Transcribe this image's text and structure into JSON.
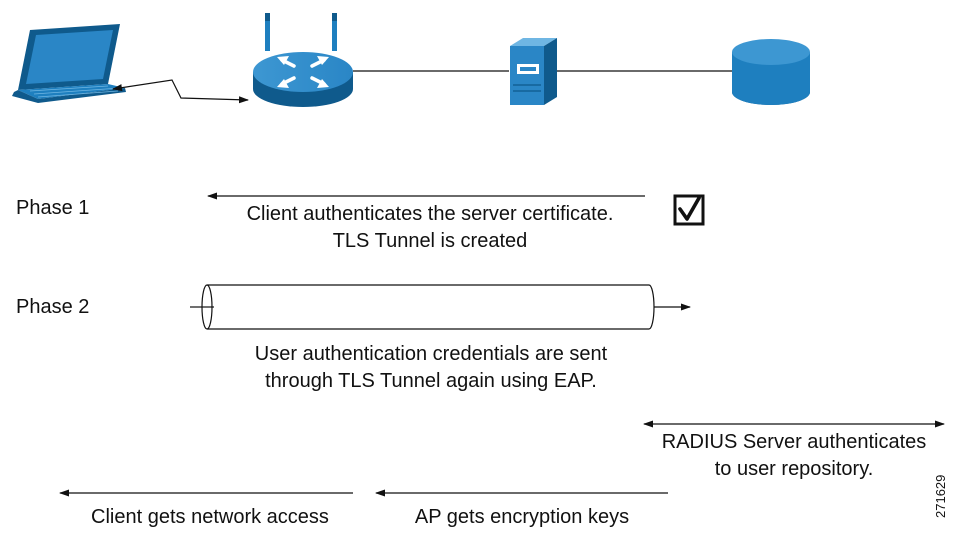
{
  "phases": {
    "phase1_label": "Phase 1",
    "phase2_label": "Phase 2"
  },
  "messages": {
    "phase1_line1": "Client authenticates the server certificate.",
    "phase1_line2": "TLS Tunnel is created",
    "phase2_line1": "User authentication credentials are sent",
    "phase2_line2": "through TLS Tunnel again using EAP.",
    "radius_line1": "RADIUS Server authenticates",
    "radius_line2": "to user repository.",
    "ap_keys": "AP gets encryption keys",
    "client_access": "Client gets network access"
  },
  "figure_id": "271629",
  "icons": {
    "client": "laptop-icon",
    "access_point": "access-point-router-icon",
    "server": "radius-server-icon",
    "repository": "database-icon",
    "checkmark": "checkbox-checked-icon"
  },
  "colors": {
    "device_blue": "#1e7fbf",
    "device_dark": "#0f5a8c",
    "device_light": "#6fb6e3",
    "ink": "#111111"
  }
}
